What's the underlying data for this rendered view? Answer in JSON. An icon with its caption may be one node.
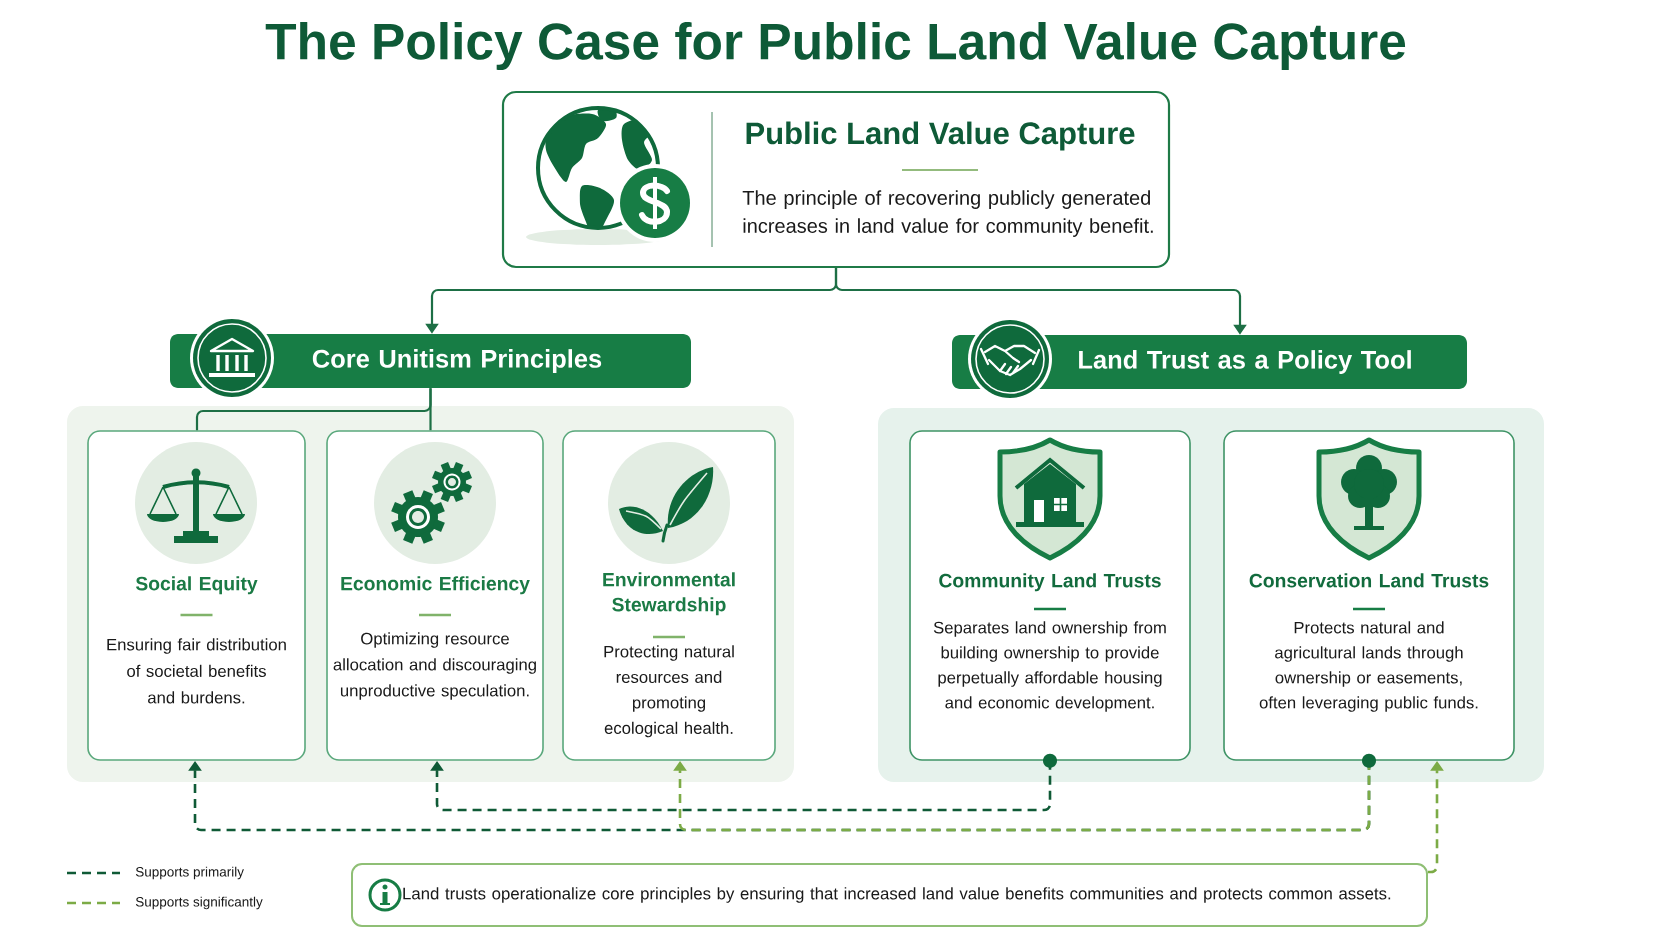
{
  "diagram": {
    "title": "The Policy Case for Public Land Value Capture",
    "nodes": [
      {
        "text": [
          "Public Land Value Capture",
          "The principle of recovering publicly generated increases in land value for community benefit."
        ]
      },
      {
        "text": [
          "Core Unitism Principles"
        ]
      },
      {
        "text": [
          "Land Trust as a Policy Tool"
        ]
      },
      {
        "text": [],
        "shape": "box"
      },
      {
        "text": [
          "Social Equity",
          "Ensuring fair distribution of societal benefits and burdens."
        ],
        "in": 3
      },
      {
        "text": [
          "Economic Efficiency",
          "Optimizing resource allocation and discouraging unproductive speculation."
        ],
        "in": 3
      },
      {
        "text": [
          "Environmental Stewardship",
          "Protecting natural resources and promoting ecological health."
        ],
        "in": 3
      },
      {
        "text": [],
        "shape": "box"
      },
      {
        "text": [
          "Community Land Trusts",
          "Separates land ownership from building ownership to provide perpetually affordable housing and economic development."
        ],
        "in": 7
      },
      {
        "text": [
          "Conservation Land Trusts",
          "Protects natural and agricultural lands through ownership or easements, often leveraging public funds."
        ],
        "in": 7
      },
      {
        "text": [
          "Land trusts operationalize core principles by ensuring that increased land value benefits communities and protects common assets."
        ]
      }
    ],
    "edges": [
      {
        "from": 0,
        "to": 1,
        "arrow": "to"
      },
      {
        "from": 0,
        "to": 2,
        "arrow": "to"
      },
      {
        "from": 1,
        "to": 4,
        "arrow": "none"
      },
      {
        "from": 1,
        "to": 5,
        "arrow": "none"
      },
      {
        "from": 8,
        "to": 5,
        "arrow": "to",
        "style": "dashed",
        "color": "#0f5a36"
      },
      {
        "from": 9,
        "to": 4,
        "arrow": "to",
        "style": "dashed",
        "color": "#0f5a36"
      },
      {
        "from": 9,
        "to": 6,
        "arrow": "to",
        "style": "dashed",
        "color": "#7cab46"
      },
      {
        "from": 10,
        "to": 9,
        "arrow": "to",
        "style": "dashed",
        "color": "#7cab46"
      }
    ],
    "legend": [
      {
        "text": "Supports primarily"
      },
      {
        "text": "Supports significantly"
      }
    ]
  }
}
